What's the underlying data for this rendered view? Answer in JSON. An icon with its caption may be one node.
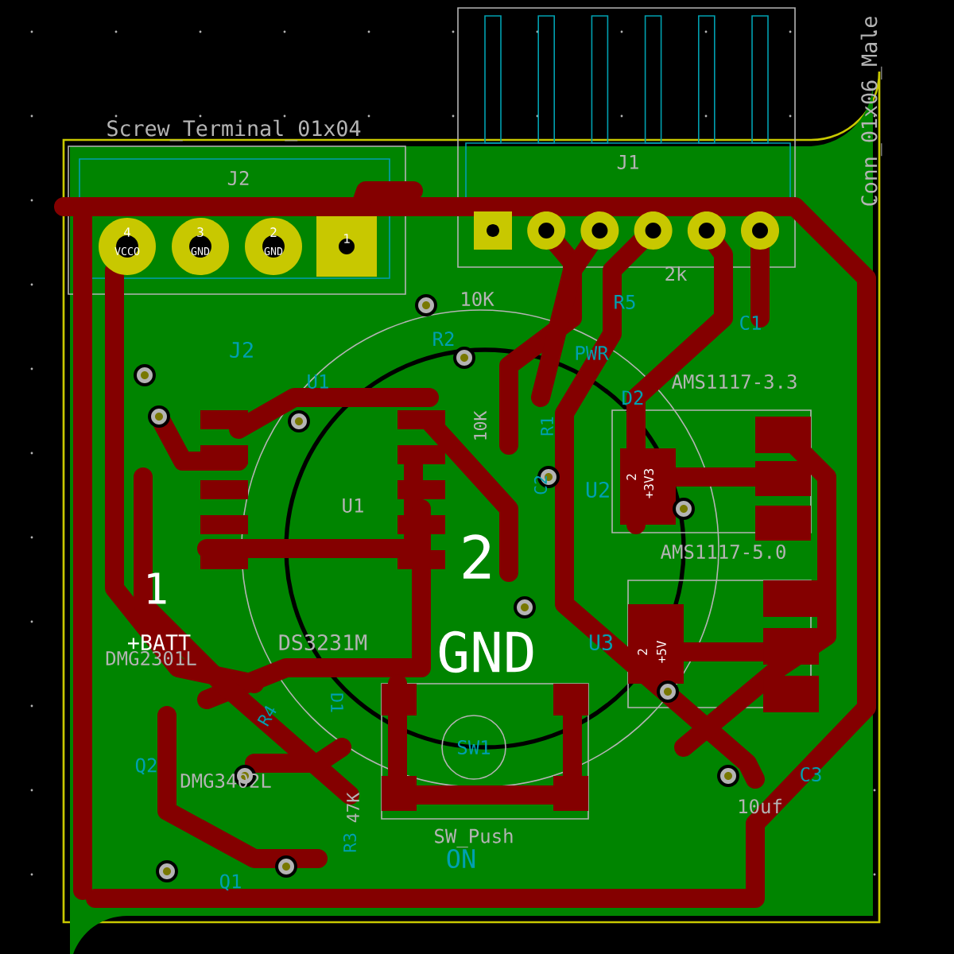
{
  "diagram": {
    "labels": [
      "Conn_01x06_Male",
      "Screw_Terminal_01x04",
      "J2",
      "J1",
      "4",
      "VCCO",
      "3",
      "GND",
      "2",
      "GND",
      "1",
      "10K",
      "2k",
      "R5",
      "R2",
      "PWR",
      "C1",
      "J2",
      "U1",
      "AMS1117-3.3",
      "D2",
      "10K",
      "R1",
      "C2",
      "U2",
      "2",
      "+3V3",
      "AMS1117-5.0",
      "U1",
      "1",
      "2",
      "+BATT",
      "DS3231M",
      "GND",
      "U3",
      "2",
      "+5V",
      "DMG2301L",
      "R4",
      "D1",
      "Q2",
      "DMG3402L",
      "SW1",
      "SW_Push",
      "ON",
      "47K",
      "R3",
      "C3",
      "10uf",
      "Q1"
    ]
  }
}
